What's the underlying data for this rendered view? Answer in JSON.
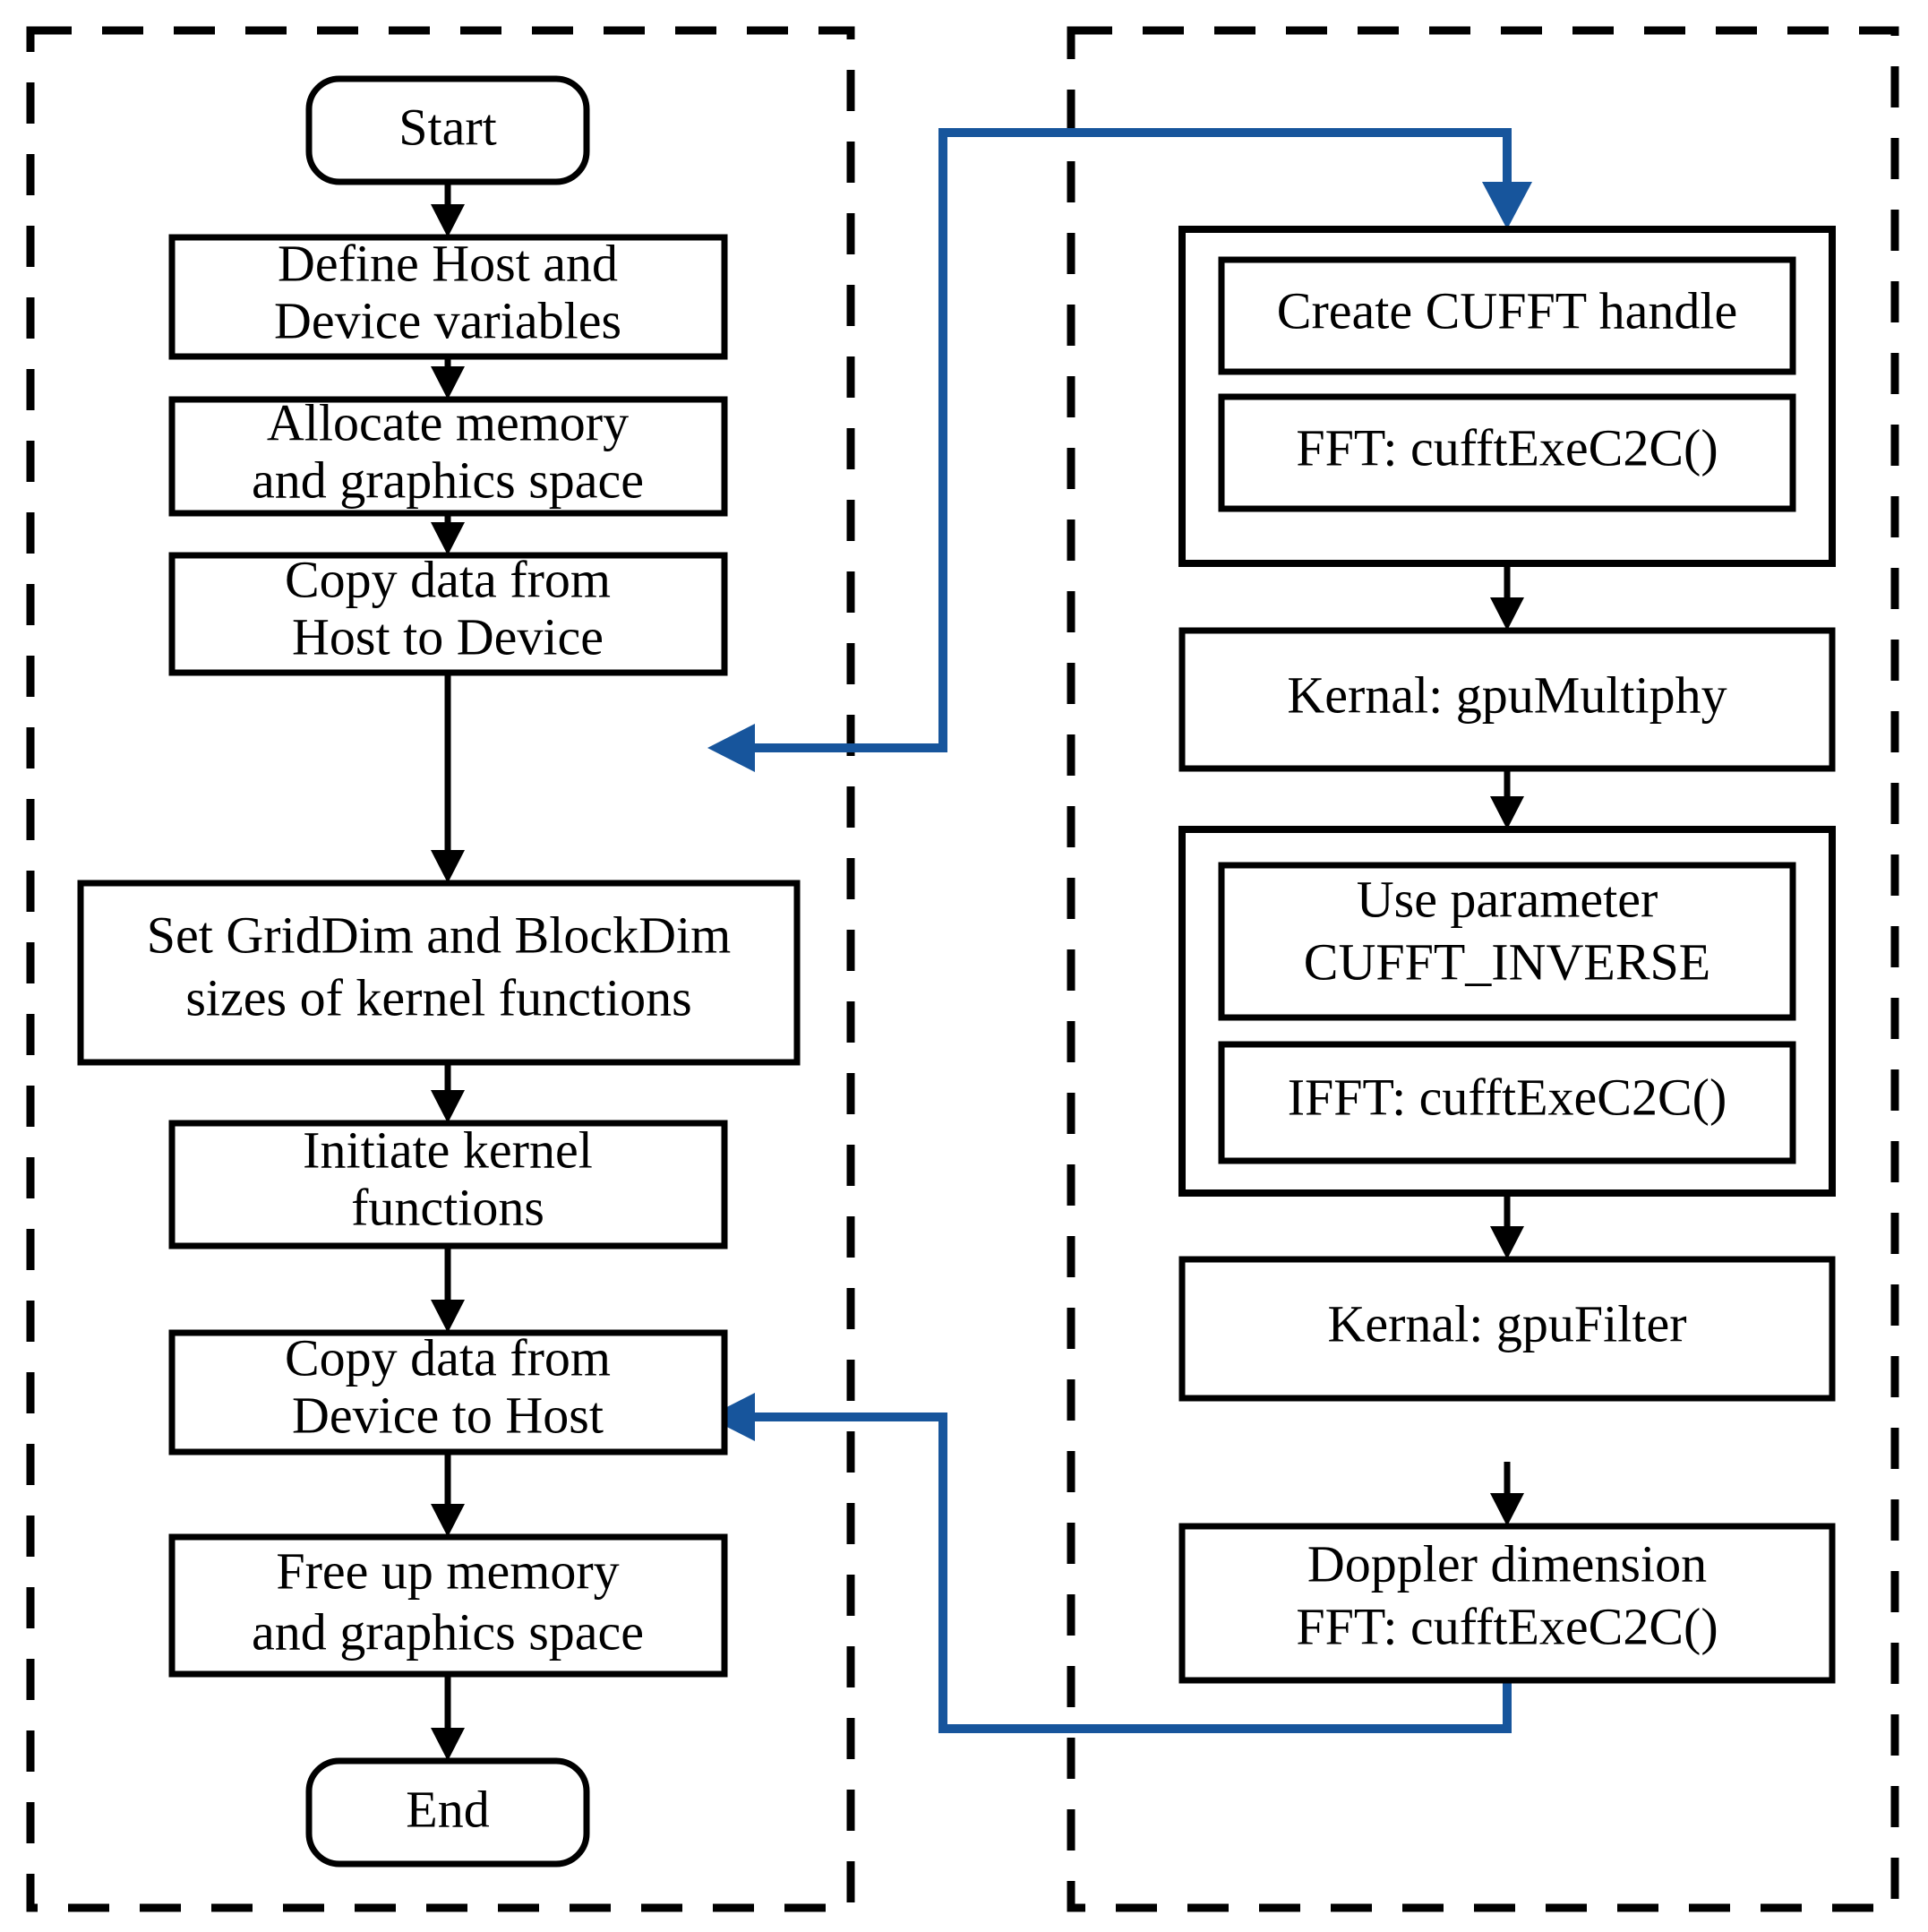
{
  "diagram": {
    "title": "CUDA GPU radar signal processing flowchart",
    "type": "flowchart",
    "accent_color": "#17559C",
    "line_color": "#000000",
    "background_color": "#FFFFFF"
  },
  "panels": [
    {
      "id": "host-panel",
      "name": "left-dashed-panel",
      "border_style": "dashed"
    },
    {
      "id": "device-panel",
      "name": "right-dashed-panel",
      "border_style": "dashed"
    }
  ],
  "left_column": {
    "start": {
      "label": "Start",
      "shape": "rounded"
    },
    "nodes": [
      {
        "id": "define-vars",
        "line1": "Define Host and",
        "line2": "Device variables"
      },
      {
        "id": "allocate-memory",
        "line1": "Allocate memory",
        "line2": "and graphics space"
      },
      {
        "id": "copy-host-to-device",
        "line1": "Copy data from",
        "line2": "Host to Device"
      },
      {
        "id": "set-dims",
        "line1": "Set GridDim and BlockDim",
        "line2": "sizes of kernel functions"
      },
      {
        "id": "initiate-kernels",
        "line1": "Initiate kernel",
        "line2": "functions"
      },
      {
        "id": "copy-device-to-host",
        "line1": "Copy data from",
        "line2": "Device to Host"
      },
      {
        "id": "free-memory",
        "line1": "Free up memory",
        "line2": "and graphics space"
      }
    ],
    "end": {
      "label": "End",
      "shape": "rounded"
    }
  },
  "right_column": {
    "groups": [
      {
        "id": "fft-group",
        "children": [
          {
            "id": "create-handle",
            "line1": "Create CUFFT handle",
            "line2": ""
          },
          {
            "id": "fft-exec",
            "line1": "FFT: cufftExeC2C()",
            "line2": ""
          }
        ]
      },
      {
        "id": "ifft-group",
        "children": [
          {
            "id": "use-parameter",
            "line1": "Use parameter",
            "line2": "CUFFT_INVERSE"
          },
          {
            "id": "ifft-exec",
            "line1": "IFFT: cufftExeC2C()",
            "line2": ""
          }
        ]
      }
    ],
    "nodes": [
      {
        "id": "kernel-multiply",
        "line1": "Kernal: gpuMultiphy",
        "line2": ""
      },
      {
        "id": "kernel-filter",
        "line1": "Kernal: gpuFilter",
        "line2": ""
      },
      {
        "id": "doppler-fft",
        "line1": "Doppler dimension",
        "line2": "FFT: cufftExeC2C()"
      }
    ]
  },
  "connectors": {
    "blue_top": {
      "from": "copy-host-to-device",
      "to": "fft-group",
      "color": "#17559C",
      "direction": "to-right-panel"
    },
    "blue_bottom": {
      "from": "doppler-fft",
      "to": "copy-device-to-host",
      "color": "#17559C",
      "direction": "to-left-panel"
    }
  }
}
